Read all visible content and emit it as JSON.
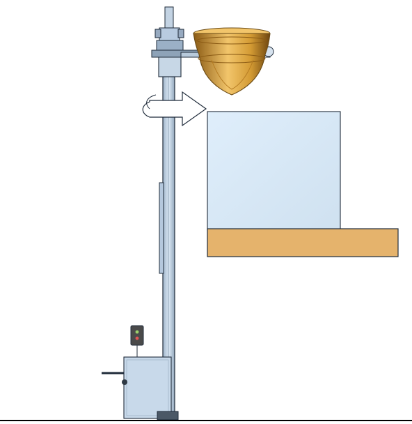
{
  "colors": {
    "background": "#ffffff",
    "column_fill": "#c9d9ea",
    "column_stroke": "#1f2b3a",
    "bowl_fill": "#d39a33",
    "bowl_highlight": "#f2c56b",
    "bowl_shadow": "#8a5a14",
    "table_fill": "#dcebf7",
    "counter_fill": "#e5b36c",
    "counter_stroke": "#1f2b3a",
    "arrow_fill": "#ffffff",
    "control_box": "#4a4a4a",
    "floor_line": "#000000",
    "accent_red": "#c63b3b",
    "accent_magenta": "#c977c7"
  },
  "components": {
    "column": "column",
    "lift_head": "lift-head",
    "arm": "arm",
    "bowl": "bowl",
    "rotation_arrow": "rotation-arrow",
    "table_block": "table-block",
    "counter": "counter",
    "control_pendant": "control-pendant",
    "base_housing": "base-housing",
    "handle_lever": "handle-lever",
    "floor": "floor"
  }
}
